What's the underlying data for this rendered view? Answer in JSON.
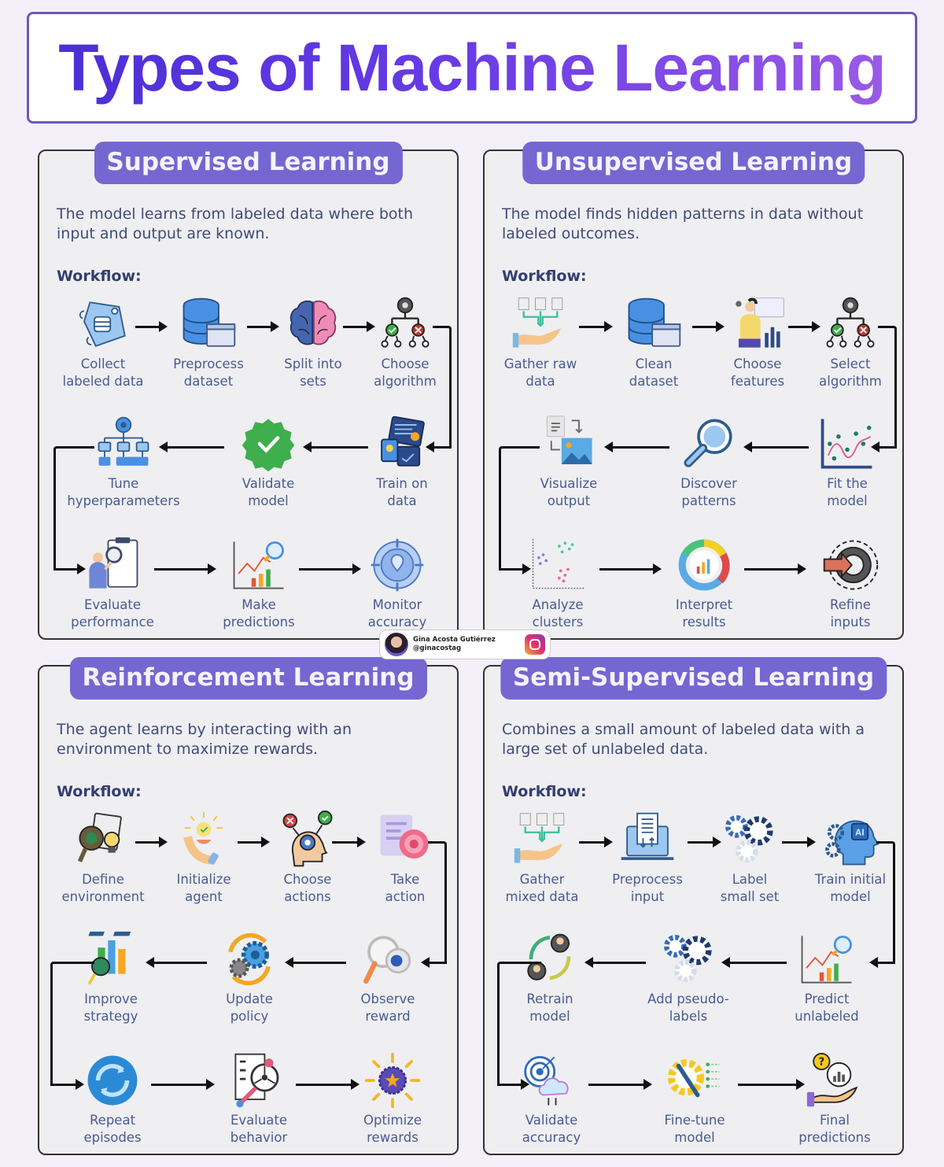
{
  "title": "Types of Machine Learning",
  "colors": {
    "title_gradient_start": "#4b2fd6",
    "title_gradient_end": "#9a5ae6",
    "header_bg": "#7566d1",
    "panel_bg": "#efeff2",
    "text": "#4a5a92",
    "page_bg": "#f3f0fa"
  },
  "author": {
    "name": "Gina Acosta Gutiérrez",
    "handle": "@ginacostag",
    "social_icon": "instagram-icon"
  },
  "sections": [
    {
      "title": "Supervised Learning",
      "description": "The model learns from labeled data where both input and output are known.",
      "workflow_label": "Workflow:",
      "steps": [
        {
          "label": "Collect\nlabeled data",
          "icon": "data-tag-icon"
        },
        {
          "label": "Preprocess\ndataset",
          "icon": "database-icon"
        },
        {
          "label": "Split into\nsets",
          "icon": "brain-icon"
        },
        {
          "label": "Choose\nalgorithm",
          "icon": "decision-tree-icon"
        },
        {
          "label": "Train on\ndata",
          "icon": "training-dashboard-icon"
        },
        {
          "label": "Validate\nmodel",
          "icon": "check-badge-icon"
        },
        {
          "label": "Tune\nhyperparameters",
          "icon": "hierarchy-gear-icon"
        },
        {
          "label": "Evaluate\nperformance",
          "icon": "person-magnifier-icon"
        },
        {
          "label": "Make\npredictions",
          "icon": "chart-magnifier-icon"
        },
        {
          "label": "Monitor\naccuracy",
          "icon": "target-location-icon"
        }
      ]
    },
    {
      "title": "Unsupervised Learning",
      "description": "The model finds hidden patterns in data without labeled outcomes.",
      "workflow_label": "Workflow:",
      "steps": [
        {
          "label": "Gather raw\ndata",
          "icon": "data-hand-icon"
        },
        {
          "label": "Clean\ndataset",
          "icon": "database-icon"
        },
        {
          "label": "Choose\nfeatures",
          "icon": "person-chart-icon"
        },
        {
          "label": "Select\nalgorithm",
          "icon": "decision-tree-icon"
        },
        {
          "label": "Fit the\nmodel",
          "icon": "scatter-curve-icon"
        },
        {
          "label": "Discover\npatterns",
          "icon": "magnifier-icon"
        },
        {
          "label": "Visualize\noutput",
          "icon": "image-convert-icon"
        },
        {
          "label": "Analyze\nclusters",
          "icon": "cluster-plot-icon"
        },
        {
          "label": "Interpret\nresults",
          "icon": "ring-chart-icon"
        },
        {
          "label": "Refine\ninputs",
          "icon": "gear-arrow-icon"
        }
      ]
    },
    {
      "title": "Reinforcement Learning",
      "description": "The agent learns by interacting with an environment to maximize rewards.",
      "workflow_label": "Workflow:",
      "steps": [
        {
          "label": "Define\nenvironment",
          "icon": "gear-bulb-icon"
        },
        {
          "label": "Initialize\nagent",
          "icon": "hand-bulb-icon"
        },
        {
          "label": "Choose\nactions",
          "icon": "head-gear-choice-icon"
        },
        {
          "label": "Take\naction",
          "icon": "target-checklist-icon"
        },
        {
          "label": "Observe\nreward",
          "icon": "magnifier-reward-icon"
        },
        {
          "label": "Update\npolicy",
          "icon": "gears-cycle-icon"
        },
        {
          "label": "Improve\nstrategy",
          "icon": "strategy-chart-icon"
        },
        {
          "label": "Repeat\nepisodes",
          "icon": "repeat-icon"
        },
        {
          "label": "Evaluate\nbehavior",
          "icon": "checklist-magnifier-icon"
        },
        {
          "label": "Optimize\nrewards",
          "icon": "star-burst-icon"
        }
      ]
    },
    {
      "title": "Semi-Supervised Learning",
      "description": "Combines a small amount of labeled data with a large set of unlabeled data.",
      "workflow_label": "Workflow:",
      "steps": [
        {
          "label": "Gather\nmixed data",
          "icon": "data-hand-icon"
        },
        {
          "label": "Preprocess\ninput",
          "icon": "laptop-document-icon"
        },
        {
          "label": "Label\nsmall set",
          "icon": "gears-icon"
        },
        {
          "label": "Train initial\nmodel",
          "icon": "ai-head-icon"
        },
        {
          "label": "Predict\nunlabeled",
          "icon": "chart-magnifier-icon"
        },
        {
          "label": "Add pseudo-\nlabels",
          "icon": "gears-icon"
        },
        {
          "label": "Retrain\nmodel",
          "icon": "users-cycle-icon"
        },
        {
          "label": "Validate\naccuracy",
          "icon": "target-cloud-icon"
        },
        {
          "label": "Fine-tune\nmodel",
          "icon": "gear-wrench-icon"
        },
        {
          "label": "Final\npredictions",
          "icon": "hand-crystal-icon"
        }
      ]
    }
  ]
}
